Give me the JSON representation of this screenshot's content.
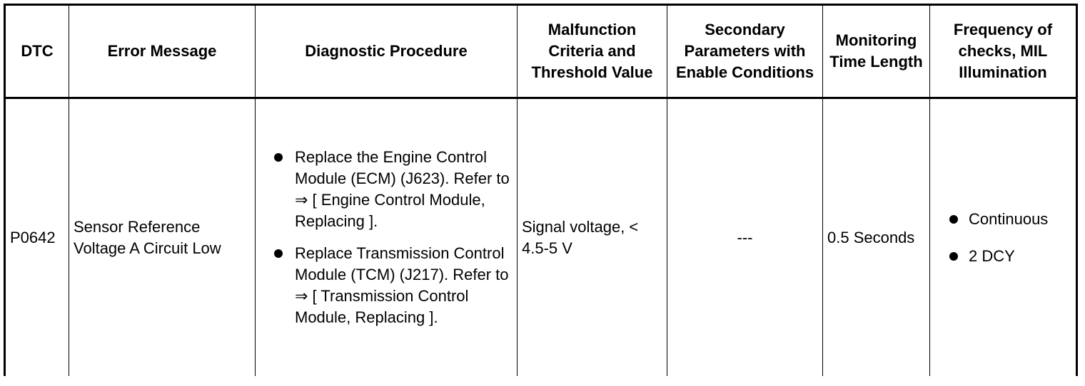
{
  "table": {
    "headers": {
      "dtc": "DTC",
      "error_message": "Error Message",
      "diagnostic_procedure": "Diagnostic Procedure",
      "malfunction_criteria": "Malfunction Criteria and Threshold Value",
      "secondary_parameters": "Secondary Parameters with Enable Conditions",
      "monitoring_time": "Monitoring Time Length",
      "frequency": "Frequency of checks, MIL Illumination"
    },
    "row": {
      "dtc": "P0642",
      "error_message": "Sensor Reference Voltage A Circuit Low",
      "procedure_steps": [
        "Replace the Engine Control Module (ECM) (J623). Refer to ⇒ [ Engine Control Module, Replacing ].",
        "Replace Transmission Control Module (TCM) (J217). Refer to ⇒ [ Transmission Control Module, Replacing ]."
      ],
      "malfunction_criteria": "Signal voltage, < 4.5-5 V",
      "secondary_parameters": "---",
      "monitoring_time": "0.5 Seconds",
      "frequency": [
        "Continuous",
        "2 DCY"
      ]
    }
  },
  "icons": {
    "bullet": "bullet-dot-icon"
  }
}
